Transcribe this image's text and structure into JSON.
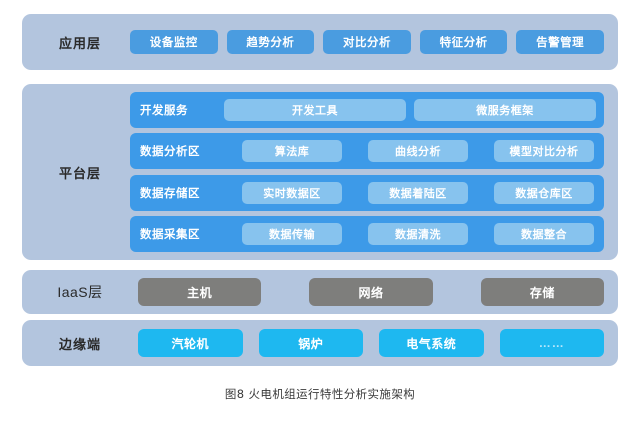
{
  "figure": {
    "caption": "图8 火电机组运行特性分析实施架构"
  },
  "colors": {
    "panel_bg": "#b3c5de",
    "app_chip": "#4a9ce0",
    "platform_row": "#3d9ae8",
    "platform_sub_chip": "#87c3ee",
    "iaas_chip": "#7e7e7c",
    "edge_chip": "#1eb8f0",
    "page_bg": "#ffffff",
    "label_text": "#2a2a2a",
    "chip_text": "#ffffff"
  },
  "layers": {
    "application": {
      "label": "应用层",
      "items": [
        {
          "label": "设备监控"
        },
        {
          "label": "趋势分析"
        },
        {
          "label": "对比分析"
        },
        {
          "label": "特征分析"
        },
        {
          "label": "告警管理"
        }
      ]
    },
    "platform": {
      "label": "平台层",
      "rows": [
        {
          "title": "开发服务",
          "items": [
            {
              "label": "开发工具"
            },
            {
              "label": "微服务框架"
            }
          ]
        },
        {
          "title": "数据分析区",
          "items": [
            {
              "label": "算法库"
            },
            {
              "label": "曲线分析"
            },
            {
              "label": "模型对比分析"
            }
          ]
        },
        {
          "title": "数据存储区",
          "items": [
            {
              "label": "实时数据区"
            },
            {
              "label": "数据着陆区"
            },
            {
              "label": "数据仓库区"
            }
          ]
        },
        {
          "title": "数据采集区",
          "items": [
            {
              "label": "数据传输"
            },
            {
              "label": "数据清洗"
            },
            {
              "label": "数据整合"
            }
          ]
        }
      ]
    },
    "iaas": {
      "label": "IaaS层",
      "items": [
        {
          "label": "主机"
        },
        {
          "label": "网络"
        },
        {
          "label": "存储"
        }
      ]
    },
    "edge": {
      "label": "边缘端",
      "items": [
        {
          "label": "汽轮机"
        },
        {
          "label": "锅炉"
        },
        {
          "label": "电气系统"
        },
        {
          "label": "……"
        }
      ]
    }
  }
}
